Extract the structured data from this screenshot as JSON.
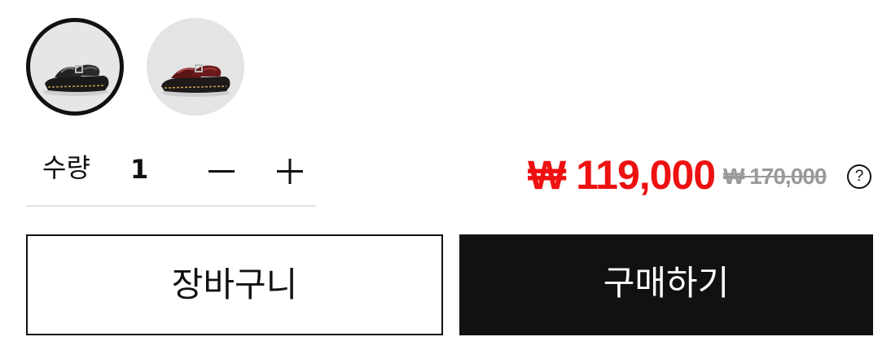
{
  "colors": {
    "sale_price": "#ee1111",
    "original_price": "#9a9a9a",
    "primary_button_bg": "#111111",
    "selected_ring": "#111111"
  },
  "swatches": [
    {
      "name": "black sandal",
      "selected": true
    },
    {
      "name": "burgundy sandal",
      "selected": false
    }
  ],
  "quantity": {
    "label": "수량",
    "value": "1",
    "decrement_icon": "minus-icon",
    "increment_icon": "plus-icon"
  },
  "price": {
    "current": "₩ 119,000",
    "original": "₩ 170,000",
    "help_icon": "question-circle-icon",
    "help_glyph": "?"
  },
  "actions": {
    "cart_label": "장바구니",
    "buy_label": "구매하기"
  }
}
